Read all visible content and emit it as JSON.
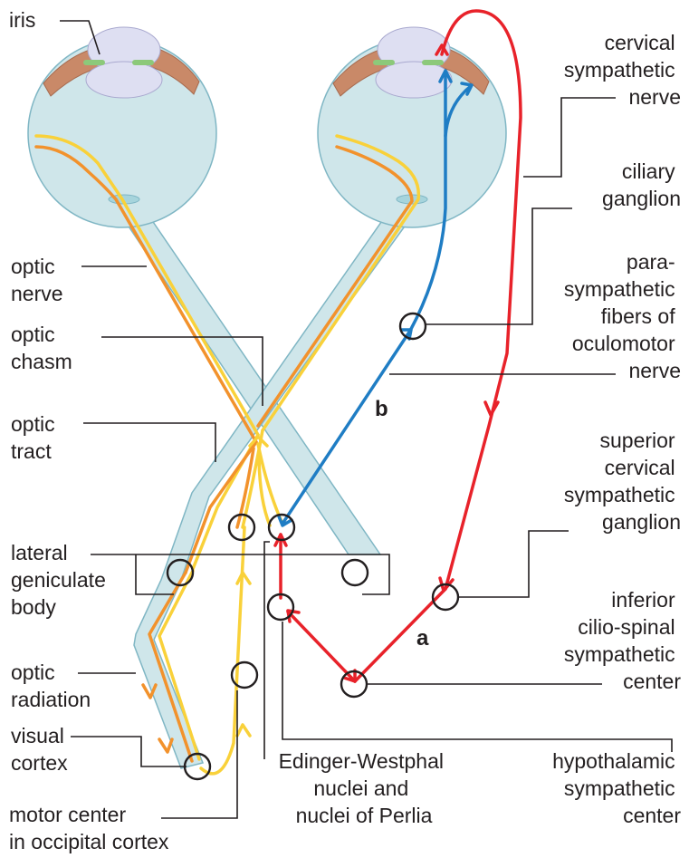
{
  "colors": {
    "visual_yellow": "#f9d13a",
    "visual_orange": "#f2922c",
    "sympathetic_red": "#e8222a",
    "parasympathetic_blue": "#1f7dc4",
    "nerve_fill": "#cfe6ea",
    "iris_brown": "#c98968",
    "ciliary_green": "#8cc97a",
    "lens_lilac": "#dedff2"
  },
  "labels": {
    "iris": "iris",
    "optic_nerve": [
      "optic",
      "nerve"
    ],
    "optic_chasm": [
      "optic",
      "chasm"
    ],
    "optic_tract": [
      "optic",
      "tract"
    ],
    "lateral_geniculate_body": [
      "lateral",
      "geniculate",
      "body"
    ],
    "optic_radiation": [
      "optic",
      "radiation"
    ],
    "visual_cortex": [
      "visual",
      "cortex"
    ],
    "motor_center": [
      "motor center",
      "in occipital cortex"
    ],
    "edinger_westphal": [
      "Edinger-Westphal",
      "nuclei and",
      "nuclei of Perlia"
    ],
    "hypothalamic_center": [
      "hypothalamic",
      "sympathetic",
      "center"
    ],
    "cervical_sympathetic_nerve": [
      "cervical",
      "sympathetic",
      "nerve"
    ],
    "ciliary_ganglion": [
      "ciliary",
      "ganglion"
    ],
    "parasympathetic_fibers": [
      "para-",
      "sympathetic",
      "fibers of",
      "oculomotor",
      "nerve"
    ],
    "superior_cervical_ganglion": [
      "superior",
      "cervical",
      "sympathetic",
      "ganglion"
    ],
    "ciliospinal_center": [
      "inferior",
      "cilio-spinal",
      "sympathetic",
      "center"
    ],
    "pathway_a": "a",
    "pathway_b": "b"
  }
}
